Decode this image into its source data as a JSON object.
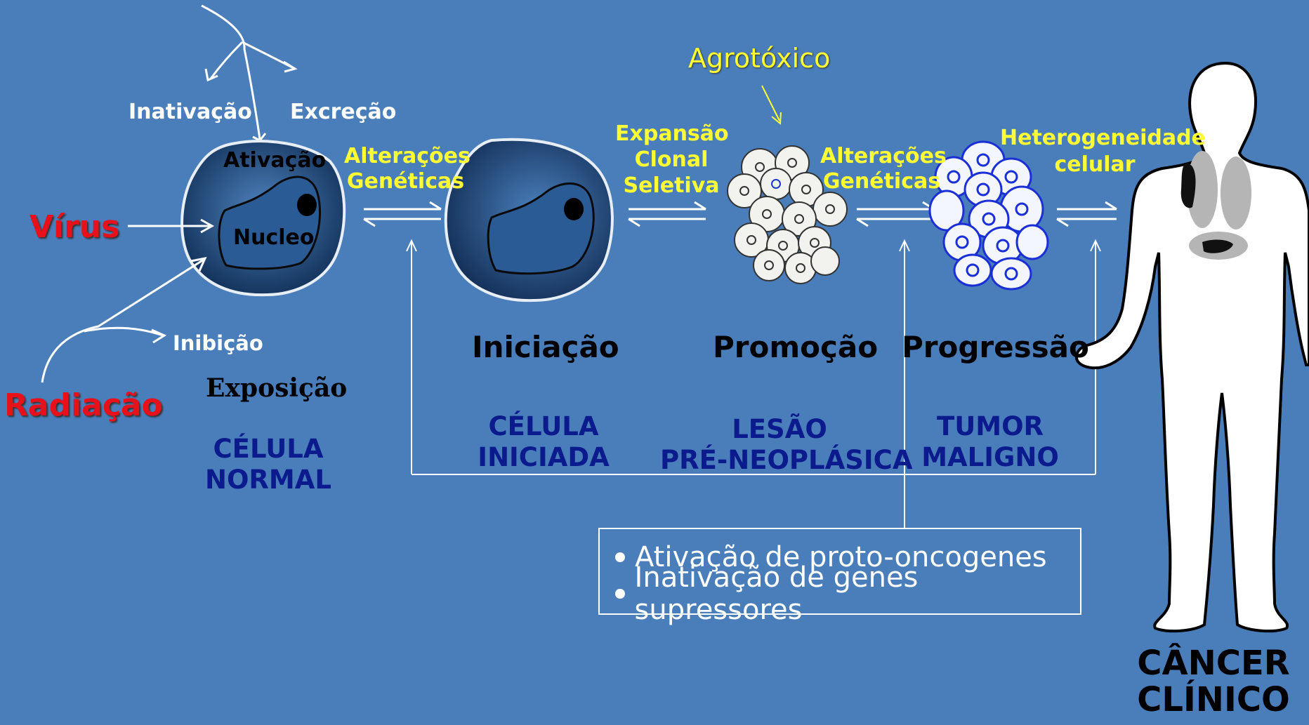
{
  "exposure": {
    "inativacao": "Inativação",
    "excrecao": "Excreção",
    "ativacao": "Ativação",
    "nucleo": "Nucleo",
    "virus": "Vírus",
    "radiacao": "Radiação",
    "inibicao": "Inibição",
    "exposicao": "Exposição"
  },
  "transitions": {
    "alteracoes1": [
      "Alterações",
      "Genéticas"
    ],
    "expansao": [
      "Expansão",
      "Clonal",
      "Seletiva"
    ],
    "agrotoxico": "Agrotóxico",
    "alteracoes2": [
      "Alterações",
      "Genéticas"
    ],
    "heterogeneidade": [
      "Heterogeneidade",
      "celular"
    ]
  },
  "stages": {
    "iniciacao": "Iniciação",
    "promocao": "Promoção",
    "progressao": "Progressão"
  },
  "cell_types": {
    "normal": [
      "CÉLULA",
      "NORMAL"
    ],
    "iniciada": [
      "CÉLULA",
      "INICIADA"
    ],
    "lesao": [
      "LESÃO",
      "PRÉ-NEOPLÁSICA"
    ],
    "tumor": [
      "TUMOR",
      "MALIGNO"
    ],
    "cancer": [
      "CÂNCER",
      "CLÍNICO"
    ]
  },
  "mechanisms": [
    "Ativação de proto-oncogenes",
    "Inativação de genes supressores"
  ],
  "colors": {
    "background": "#4a7ebb",
    "highlight": "#ffff33",
    "threat": "#e8101a",
    "cell_type": "#0b1a8c"
  }
}
